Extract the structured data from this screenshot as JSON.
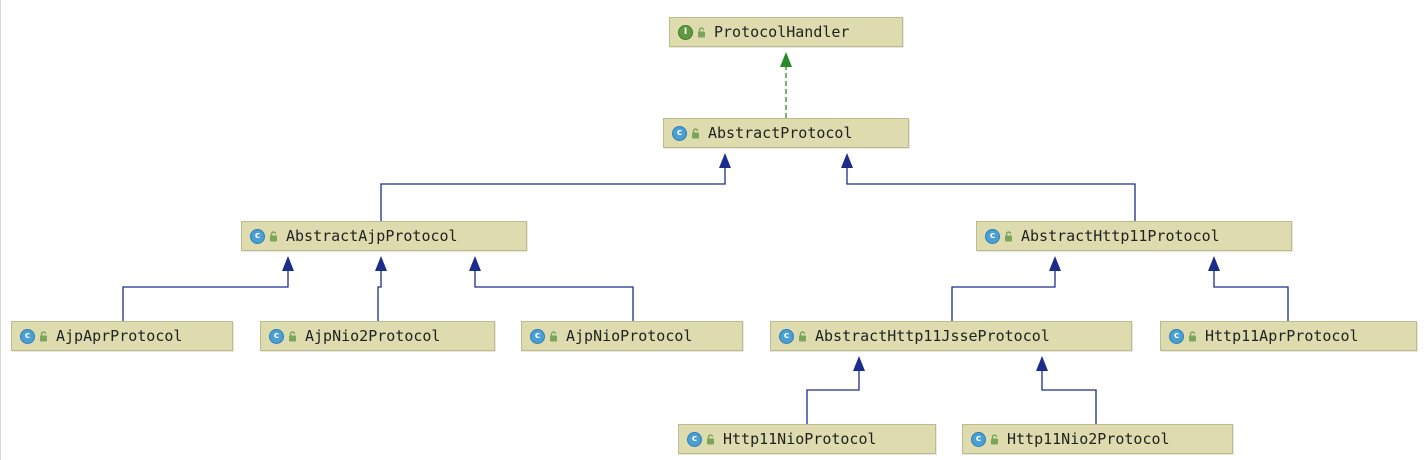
{
  "diagram": {
    "colors": {
      "node_fill": "#dedcae",
      "node_border": "#bdbb8e",
      "inheritance_edge": "#1c2c8c",
      "implements_edge": "#2a8a2a",
      "class_badge": "#4a9fd4",
      "interface_badge": "#5f9a40"
    },
    "nodes": [
      {
        "id": "ProtocolHandler",
        "label": "ProtocolHandler",
        "kind": "interface",
        "badge": "I",
        "icon": "interface-icon"
      },
      {
        "id": "AbstractProtocol",
        "label": "AbstractProtocol",
        "kind": "class",
        "badge": "c",
        "icon": "class-icon"
      },
      {
        "id": "AbstractAjpProtocol",
        "label": "AbstractAjpProtocol",
        "kind": "class",
        "badge": "c",
        "icon": "class-icon"
      },
      {
        "id": "AbstractHttp11Protocol",
        "label": "AbstractHttp11Protocol",
        "kind": "class",
        "badge": "c",
        "icon": "class-icon"
      },
      {
        "id": "AjpAprProtocol",
        "label": "AjpAprProtocol",
        "kind": "class",
        "badge": "c",
        "icon": "class-icon"
      },
      {
        "id": "AjpNio2Protocol",
        "label": "AjpNio2Protocol",
        "kind": "class",
        "badge": "c",
        "icon": "class-icon"
      },
      {
        "id": "AjpNioProtocol",
        "label": "AjpNioProtocol",
        "kind": "class",
        "badge": "c",
        "icon": "class-icon"
      },
      {
        "id": "AbstractHttp11JsseProtocol",
        "label": "AbstractHttp11JsseProtocol",
        "kind": "class",
        "badge": "c",
        "icon": "class-icon"
      },
      {
        "id": "Http11AprProtocol",
        "label": "Http11AprProtocol",
        "kind": "class",
        "badge": "c",
        "icon": "class-icon"
      },
      {
        "id": "Http11NioProtocol",
        "label": "Http11NioProtocol",
        "kind": "class",
        "badge": "c",
        "icon": "class-icon"
      },
      {
        "id": "Http11Nio2Protocol",
        "label": "Http11Nio2Protocol",
        "kind": "class",
        "badge": "c",
        "icon": "class-icon"
      }
    ],
    "edges": [
      {
        "from": "AbstractProtocol",
        "to": "ProtocolHandler",
        "type": "implements"
      },
      {
        "from": "AbstractAjpProtocol",
        "to": "AbstractProtocol",
        "type": "extends"
      },
      {
        "from": "AbstractHttp11Protocol",
        "to": "AbstractProtocol",
        "type": "extends"
      },
      {
        "from": "AjpAprProtocol",
        "to": "AbstractAjpProtocol",
        "type": "extends"
      },
      {
        "from": "AjpNio2Protocol",
        "to": "AbstractAjpProtocol",
        "type": "extends"
      },
      {
        "from": "AjpNioProtocol",
        "to": "AbstractAjpProtocol",
        "type": "extends"
      },
      {
        "from": "AbstractHttp11JsseProtocol",
        "to": "AbstractHttp11Protocol",
        "type": "extends"
      },
      {
        "from": "Http11AprProtocol",
        "to": "AbstractHttp11Protocol",
        "type": "extends"
      },
      {
        "from": "Http11NioProtocol",
        "to": "AbstractHttp11JsseProtocol",
        "type": "extends"
      },
      {
        "from": "Http11Nio2Protocol",
        "to": "AbstractHttp11JsseProtocol",
        "type": "extends"
      }
    ]
  }
}
